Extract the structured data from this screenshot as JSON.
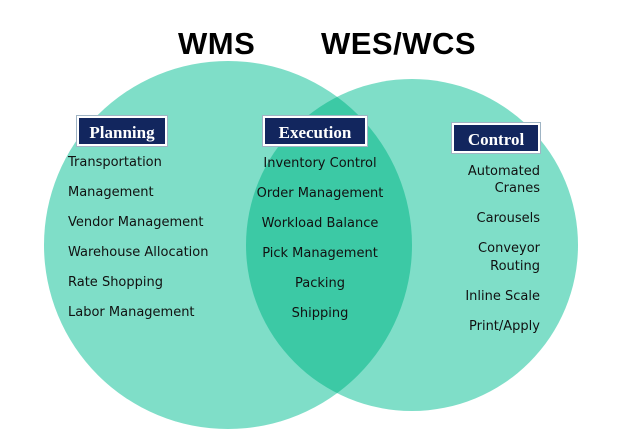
{
  "titles": {
    "left": "WMS",
    "right": "WES/WCS"
  },
  "colors": {
    "left_circle": "#7fdec8",
    "right_circle": "#7fdec8",
    "overlap": "#3cc9a5",
    "badge_bg": "#12265e",
    "badge_text": "#ffffff"
  },
  "sections": {
    "planning": {
      "label": "Planning",
      "items": [
        "Transportation",
        "Management",
        "Vendor Management",
        "Warehouse Allocation",
        "Rate Shopping",
        "Labor Management"
      ]
    },
    "execution": {
      "label": "Execution",
      "items": [
        "Inventory Control",
        "Order Management",
        "Workload Balance",
        "Pick Management",
        "Packing",
        "Shipping"
      ]
    },
    "control": {
      "label": "Control",
      "items": [
        "Automated",
        "Cranes",
        "Carousels",
        "Conveyor",
        "Routing",
        "Inline Scale",
        "Print/Apply"
      ]
    }
  }
}
